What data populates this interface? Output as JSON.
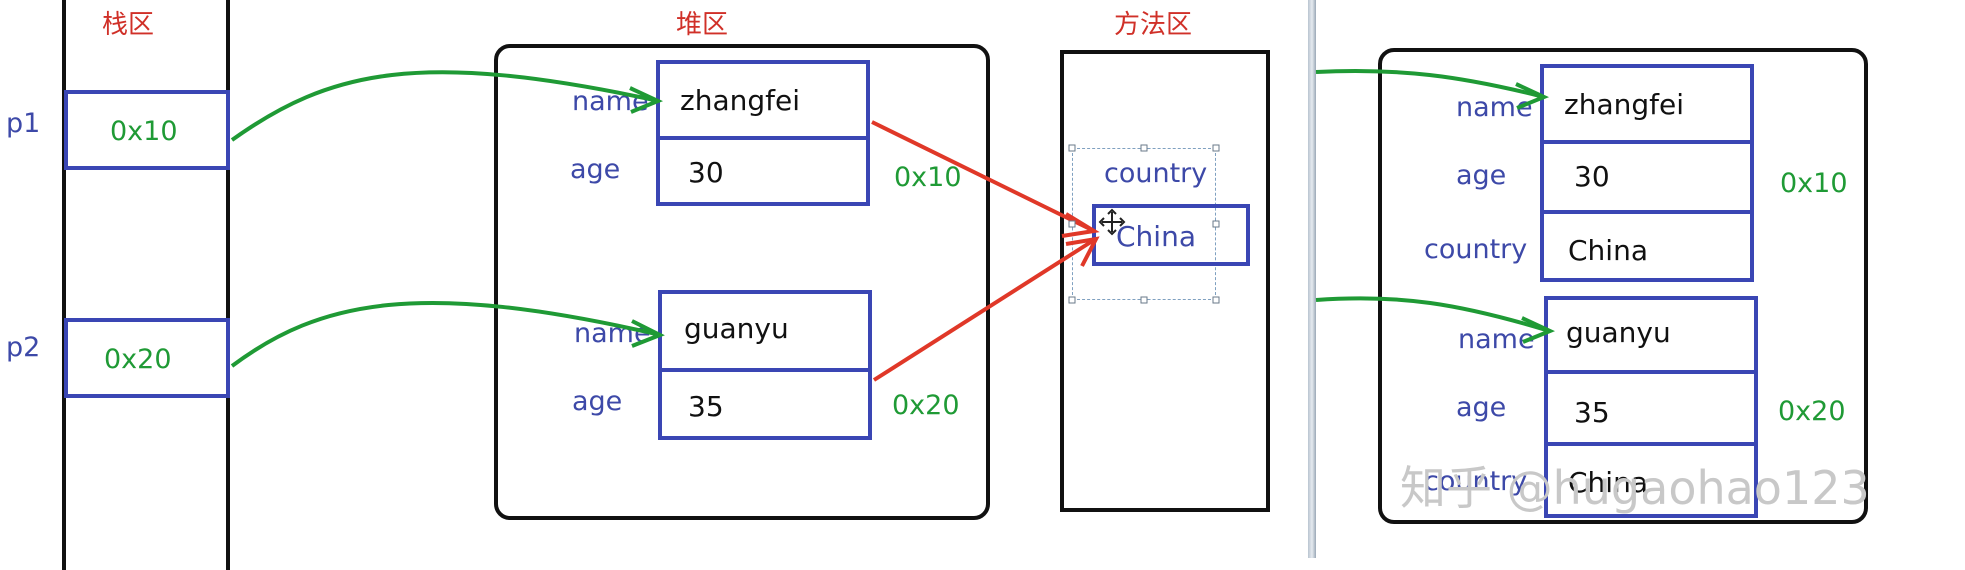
{
  "labels": {
    "stack_title": "栈区",
    "heap_title": "堆区",
    "method_title": "方法区"
  },
  "stack": {
    "vars": [
      {
        "name": "p1",
        "ref": "0x10"
      },
      {
        "name": "p2",
        "ref": "0x20"
      }
    ]
  },
  "heap": {
    "objects": [
      {
        "addr": "0x10",
        "fields": [
          {
            "name": "name",
            "value": "zhangfei"
          },
          {
            "name": "age",
            "value": "30"
          }
        ]
      },
      {
        "addr": "0x20",
        "fields": [
          {
            "name": "name",
            "value": "guanyu"
          },
          {
            "name": "age",
            "value": "35"
          }
        ]
      }
    ]
  },
  "method_area": {
    "field_name": "country",
    "value": "China"
  },
  "alt_heap": {
    "objects": [
      {
        "addr": "0x10",
        "fields": [
          {
            "name": "name",
            "value": "zhangfei"
          },
          {
            "name": "age",
            "value": "30"
          },
          {
            "name": "country",
            "value": "China"
          }
        ]
      },
      {
        "addr": "0x20",
        "fields": [
          {
            "name": "name",
            "value": "guanyu"
          },
          {
            "name": "age",
            "value": "35"
          },
          {
            "name": "country",
            "value": "China"
          }
        ]
      }
    ]
  },
  "watermark": "知乎 @hugaohao123",
  "colors": {
    "title_red": "#d03028",
    "box_blue": "#3a46b4",
    "text_blue": "#3d49a8",
    "addr_green": "#1f9a35",
    "arrow_green": "#1f9a35",
    "arrow_red": "#e03828"
  }
}
